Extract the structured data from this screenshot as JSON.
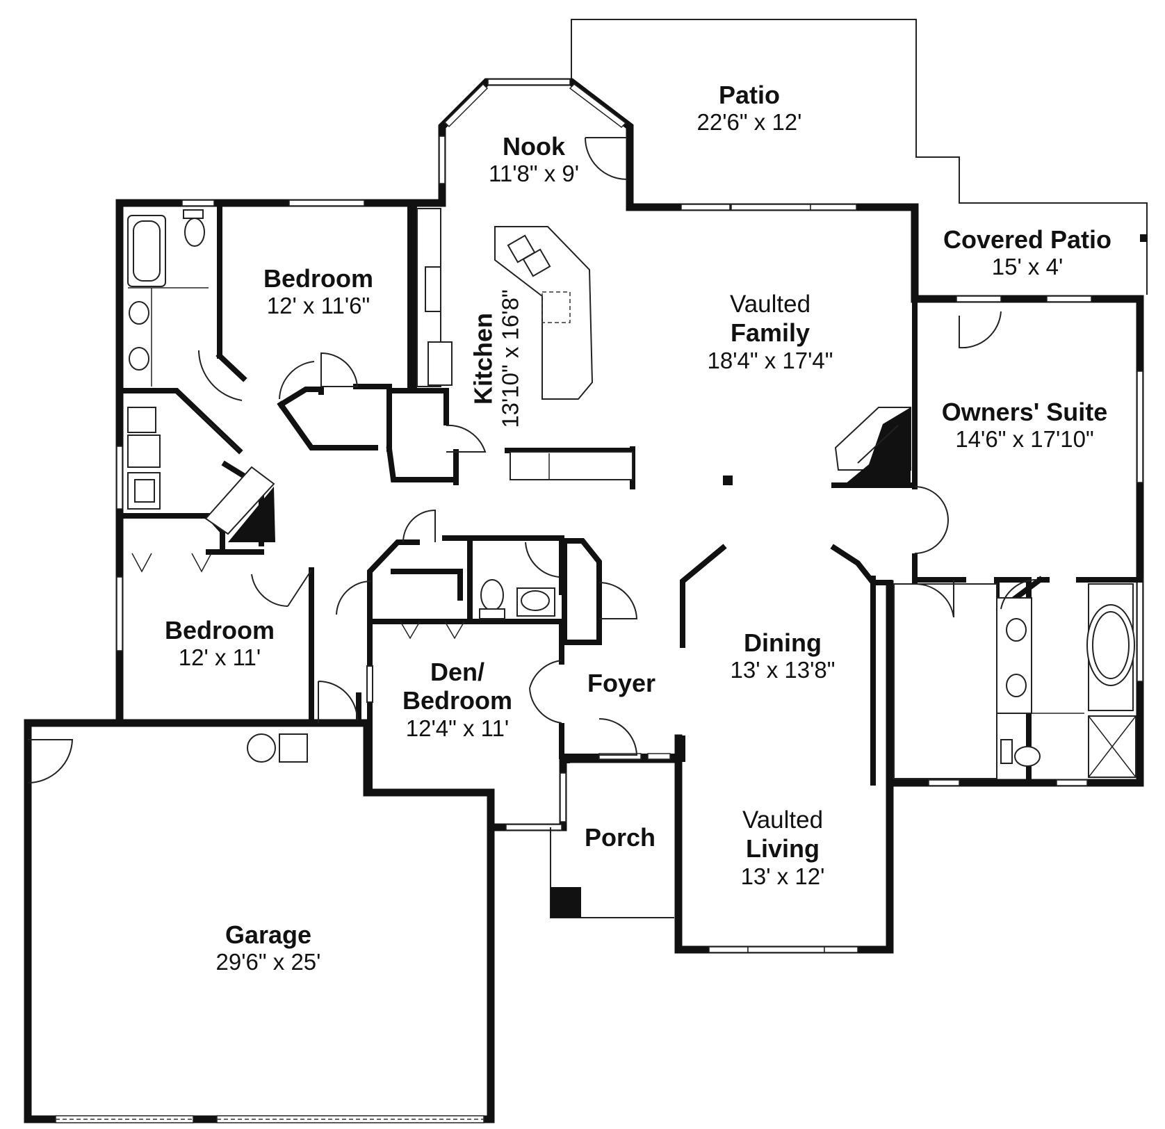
{
  "rooms": {
    "patio": {
      "name": "Patio",
      "dim": "22'6\" x 12'"
    },
    "nook": {
      "name": "Nook",
      "dim": "11'8\" x 9'"
    },
    "covered_patio": {
      "name": "Covered Patio",
      "dim": "15' x 4'"
    },
    "bedroom_1": {
      "name": "Bedroom",
      "dim": "12' x 11'6\""
    },
    "kitchen": {
      "name": "Kitchen",
      "dim": "13'10\" x 16'8\""
    },
    "family": {
      "prefix": "Vaulted",
      "name": "Family",
      "dim": "18'4\" x 17'4\""
    },
    "owners_suite": {
      "name": "Owners' Suite",
      "dim": "14'6\" x 17'10\""
    },
    "bedroom_2": {
      "name": "Bedroom",
      "dim": "12' x 11'"
    },
    "dining": {
      "name": "Dining",
      "dim": "13' x 13'8\""
    },
    "den": {
      "name": "Den/",
      "name2": "Bedroom",
      "dim": "12'4\" x 11'"
    },
    "foyer": {
      "name": "Foyer"
    },
    "porch": {
      "name": "Porch"
    },
    "living": {
      "prefix": "Vaulted",
      "name": "Living",
      "dim": "13' x 12'"
    },
    "garage": {
      "name": "Garage",
      "dim": "29'6\" x 25'"
    }
  }
}
